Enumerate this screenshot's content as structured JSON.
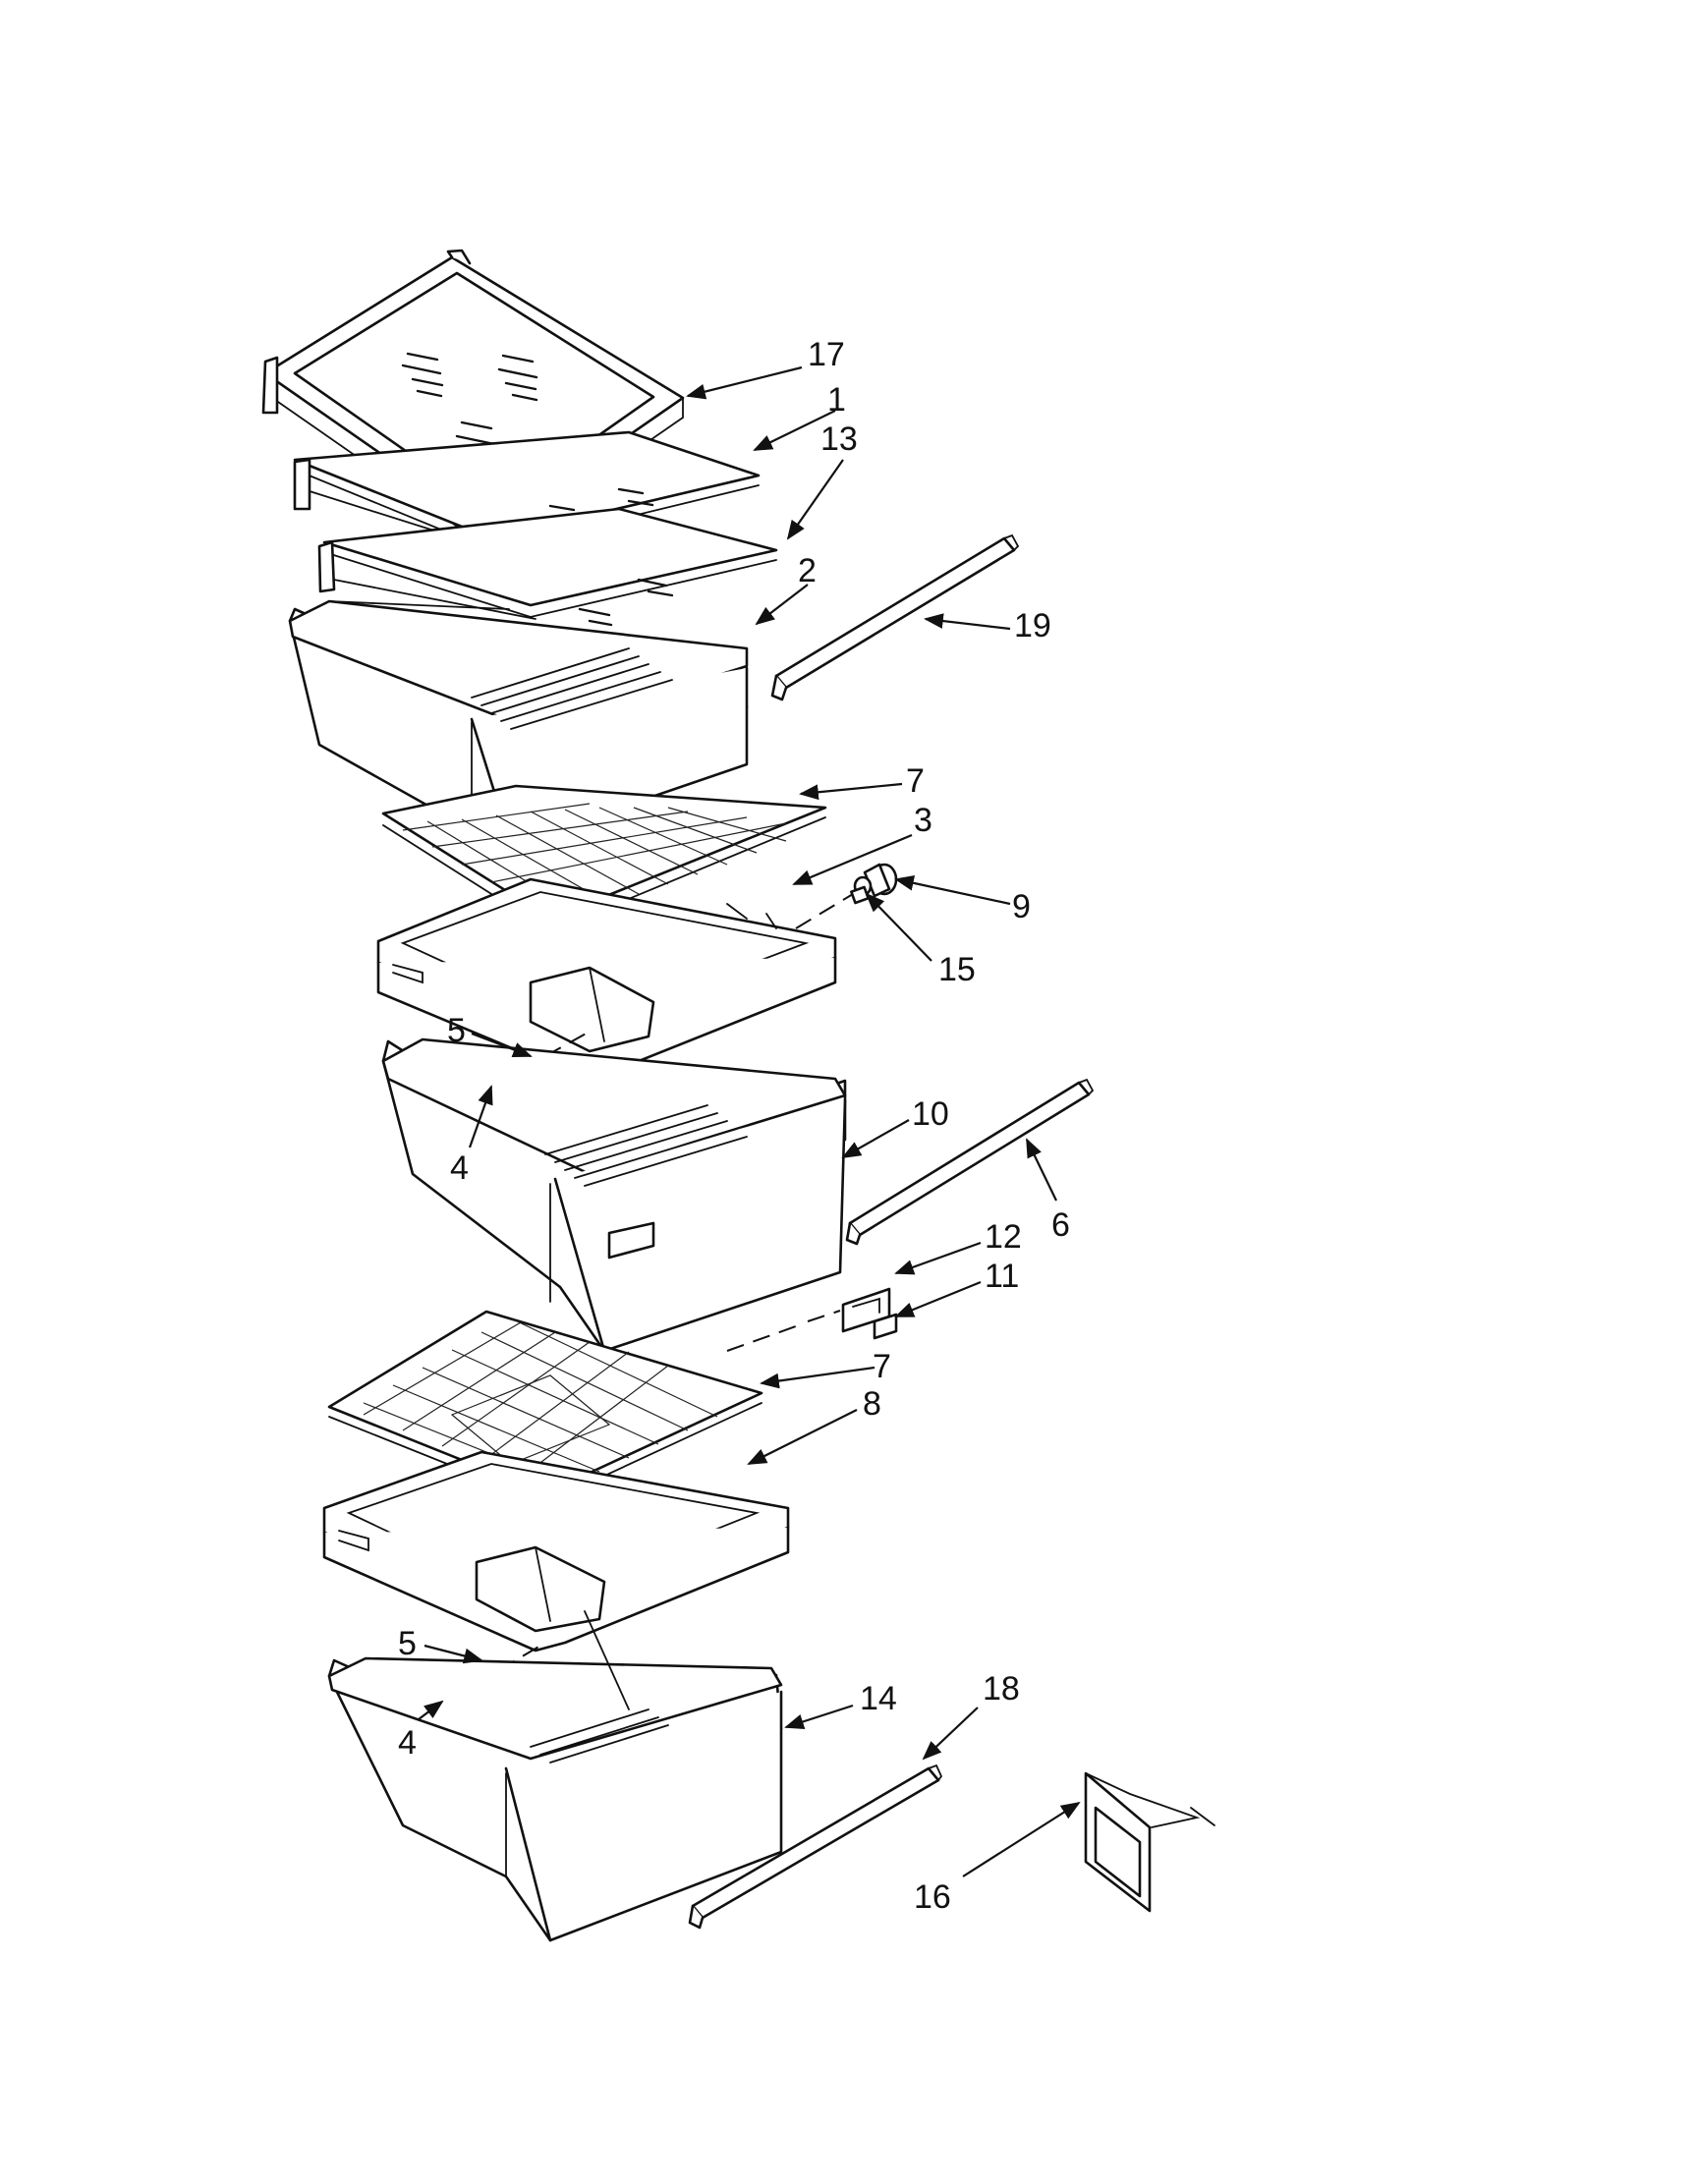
{
  "diagram": {
    "callouts": [
      {
        "id": "c17",
        "label": "17"
      },
      {
        "id": "c1",
        "label": "1"
      },
      {
        "id": "c13",
        "label": "13"
      },
      {
        "id": "c2",
        "label": "2"
      },
      {
        "id": "c19",
        "label": "19"
      },
      {
        "id": "c7a",
        "label": "7"
      },
      {
        "id": "c3",
        "label": "3"
      },
      {
        "id": "c9",
        "label": "9"
      },
      {
        "id": "c15",
        "label": "15"
      },
      {
        "id": "c5a",
        "label": "5"
      },
      {
        "id": "c4a",
        "label": "4"
      },
      {
        "id": "c10",
        "label": "10"
      },
      {
        "id": "c6",
        "label": "6"
      },
      {
        "id": "c12",
        "label": "12"
      },
      {
        "id": "c11",
        "label": "11"
      },
      {
        "id": "c7b",
        "label": "7"
      },
      {
        "id": "c8",
        "label": "8"
      },
      {
        "id": "c5b",
        "label": "5"
      },
      {
        "id": "c4b",
        "label": "4"
      },
      {
        "id": "c14",
        "label": "14"
      },
      {
        "id": "c18",
        "label": "18"
      },
      {
        "id": "c16",
        "label": "16"
      }
    ]
  }
}
